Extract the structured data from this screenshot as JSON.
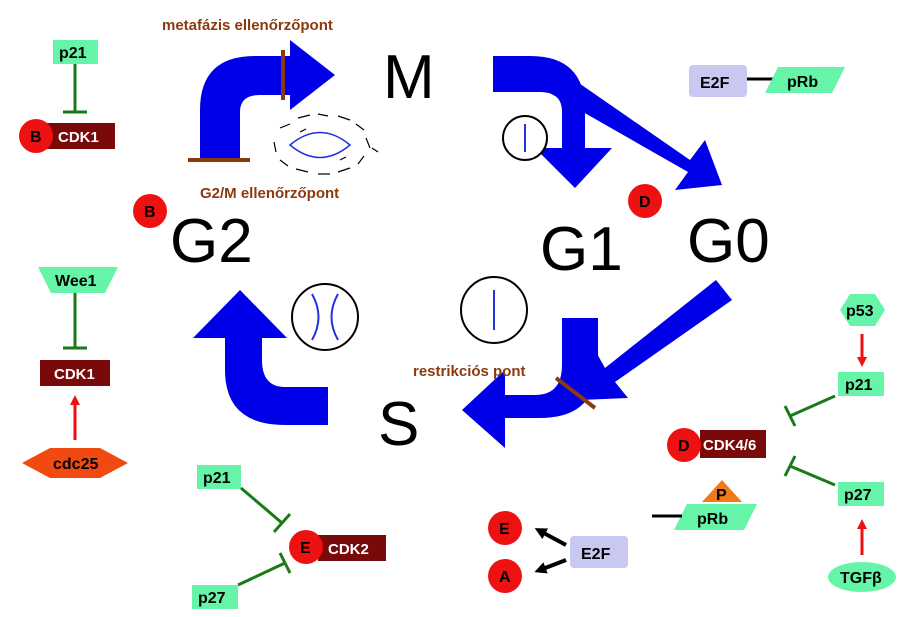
{
  "phases": {
    "m": "M",
    "g0": "G0",
    "g1": "G1",
    "g2": "G2",
    "s": "S"
  },
  "checkpoints": {
    "metaphase": "metafázis ellenőrzőpont",
    "g2m": "G2/M ellenőrzőpont",
    "restriction": "restrikciós pont"
  },
  "labels": {
    "p21": "p21",
    "p27": "p27",
    "p53": "p53",
    "cdk1": "CDK1",
    "cdk2": "CDK2",
    "cdk46": "CDK4/6",
    "wee1": "Wee1",
    "cdc25": "cdc25",
    "e2f": "E2F",
    "prb": "pRb",
    "p": "P",
    "tgfb": "TGFβ",
    "cyclin_b": "B",
    "cyclin_d": "D",
    "cyclin_e": "E",
    "cyclin_a": "A"
  },
  "colors": {
    "arrow_blue": "#0000e8",
    "checkpoint_brown": "#8b3a0f",
    "protein_green": "#66f5a8",
    "cdk_maroon": "#7a0a0a",
    "cyclin_red": "#ee1111",
    "e2f_lavender": "#c8c8f0",
    "inhibit_green": "#1a7a1a",
    "activate_red": "#ee1111",
    "cdc25_orange": "#f04a10",
    "phospho_orange": "#f07a1a"
  }
}
